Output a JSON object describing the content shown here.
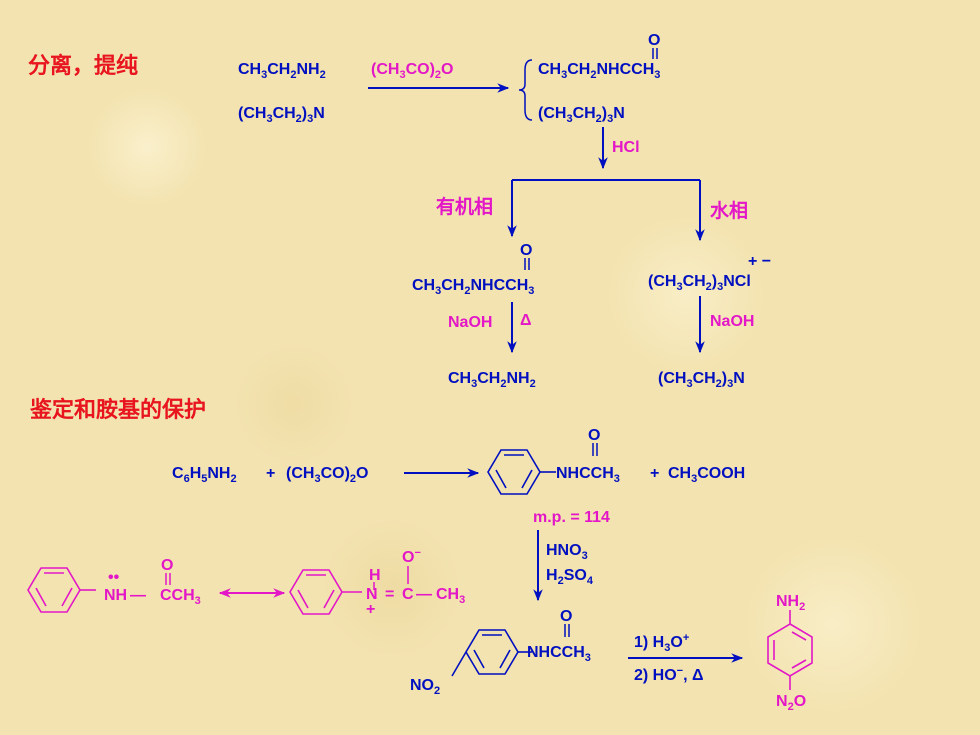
{
  "headings": {
    "separation": "分离，提纯",
    "identification": "鉴定和胺基的保护"
  },
  "top": {
    "amine1": "CH3CH2NH2",
    "amine2": "(CH3CH2)3N",
    "reagent": "(CH3CO)2O",
    "carbonyl_o": "O",
    "product_amide": "CH3CH2NHCCH3",
    "product_amine": "(CH3CH2)3N",
    "hcl": "HCl",
    "organic_phase": "有机相",
    "aqueous_phase": "水相",
    "org_amide": "CH3CH2NHCCH3",
    "salt": "(CH3CH2)3NCl",
    "salt_charges": "+ −",
    "naoh_left": "NaOH",
    "delta_left": "Δ",
    "naoh_right": "NaOH",
    "final_left": "CH3CH2NH2",
    "final_right": "(CH3CH2)3N"
  },
  "bottom": {
    "reactant": "C6H5NH2",
    "plus1": "+",
    "anhydride": "(CH3CO)2O",
    "acetanilide_group": "NHCCH3",
    "plus2": "+",
    "acetic_acid": "CH3COOH",
    "mp": "m.p. = 114",
    "hno3": "HNO3",
    "h2so4": "H2SO4",
    "nitro_amide_group": "NHCCH3",
    "no2": "NO2",
    "step1": "1) H3O+",
    "step2": "2) HO−, Δ",
    "nh2": "NH2",
    "n2o": "N2O",
    "res_nh": "NH",
    "res_dots": "••",
    "res_c": "CCH3",
    "res_h": "H",
    "res_n": "N",
    "res_plus": "+",
    "res_eq": "=",
    "res_c2": "C",
    "res_ch3": "CH3",
    "res_ominus": "O−",
    "res_dash": "—"
  },
  "colors": {
    "heading": "#e8141e",
    "reagent": "#e317c7",
    "structure": "#0010c0"
  }
}
